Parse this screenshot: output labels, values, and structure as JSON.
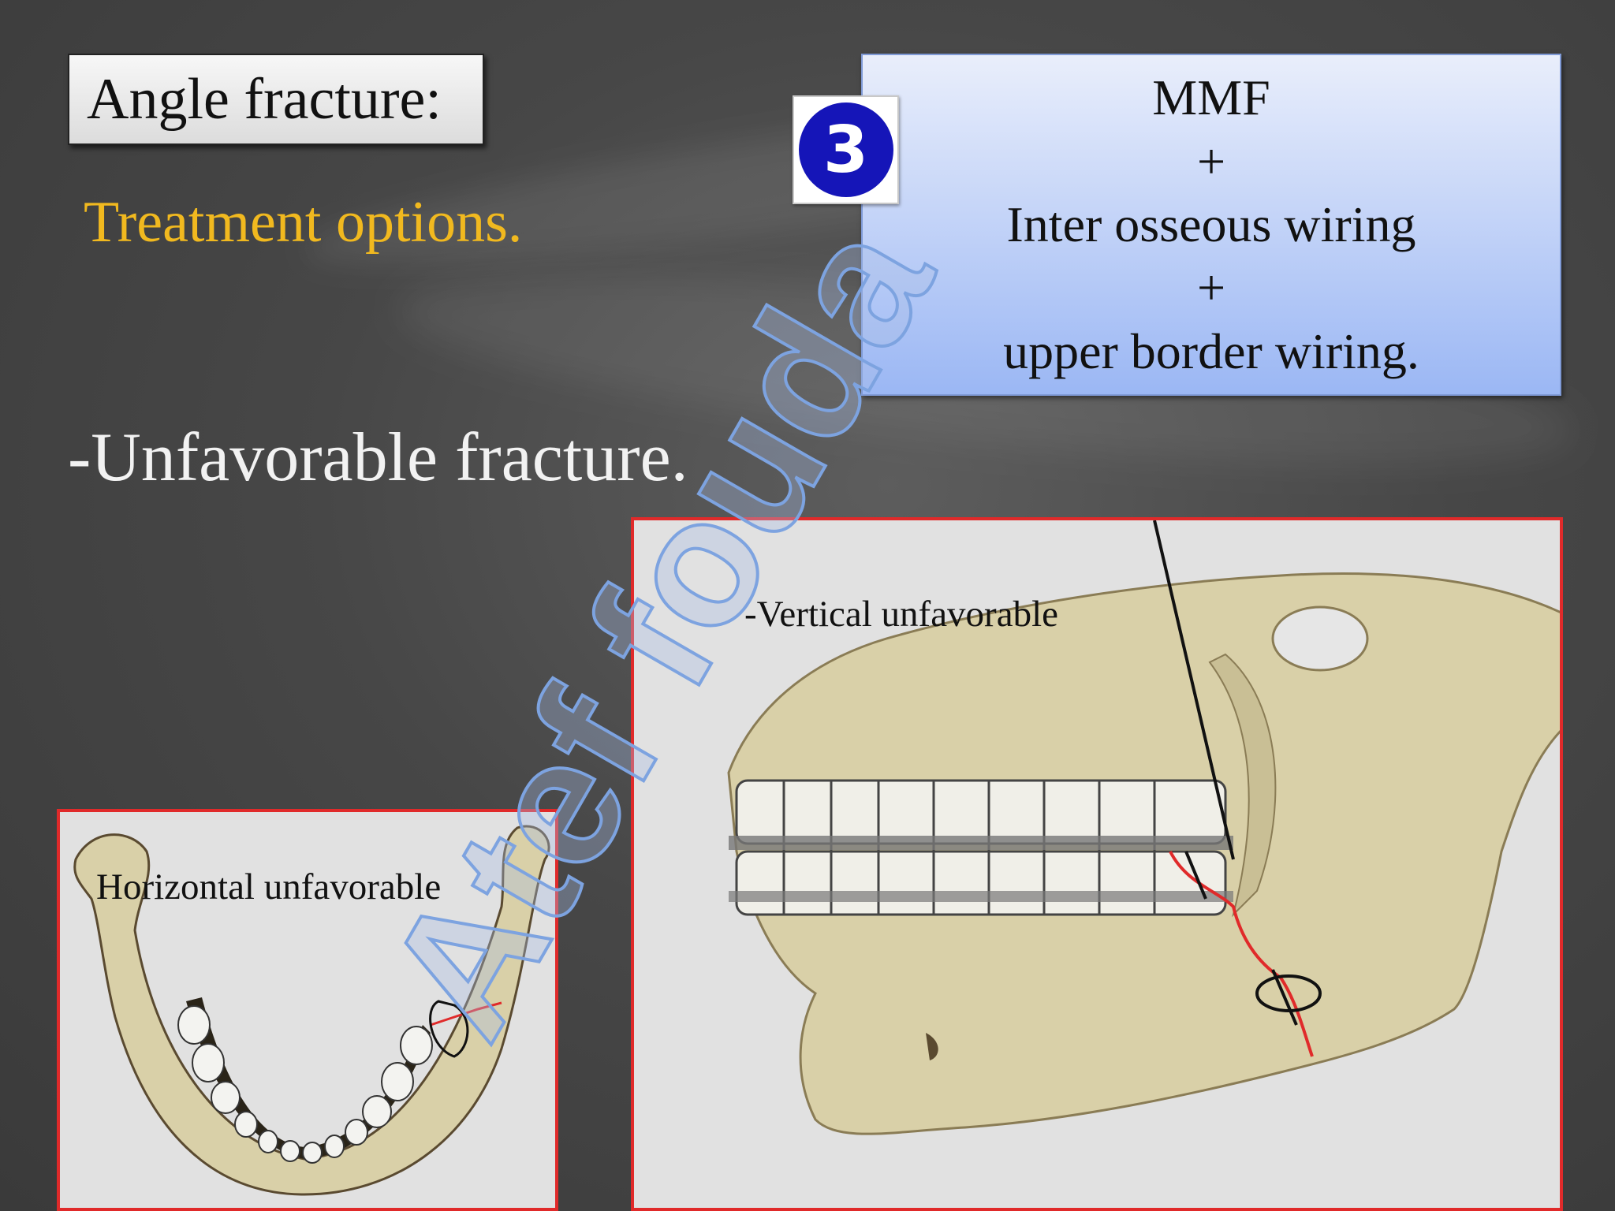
{
  "slide": {
    "title": "Angle fracture:",
    "subtitle": "Treatment options.",
    "heading": "-Unfavorable fracture.",
    "badge_number": "3",
    "info_lines": [
      "MMF",
      "+",
      "Inter osseous wiring",
      "+",
      "upper border wiring."
    ],
    "figure_small_label": "Horizontal  unfavorable",
    "figure_large_label": "-Vertical unfavorable",
    "watermark": "Atef fouda"
  },
  "colors": {
    "subtitle": "#f1b91f",
    "badge": "#1515b8",
    "panel_border": "#e02a2a",
    "fracture_line": "#e02a2a",
    "bone": "#d9d0a8"
  }
}
